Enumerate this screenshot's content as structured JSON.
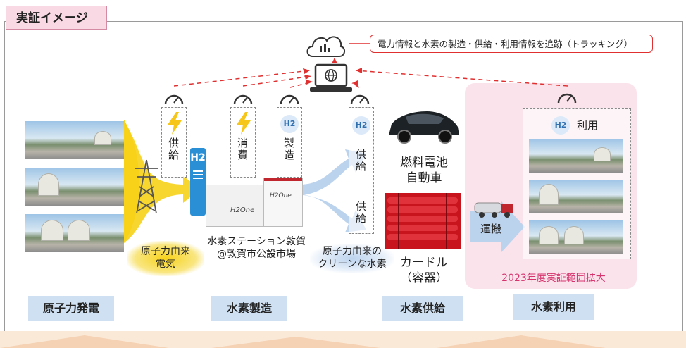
{
  "title": "実証イメージ",
  "callout": "電力情報と水素の製造・供給・利用情報を追跡（トラッキング）",
  "gauge_labels": {
    "supply1": "供給",
    "consume": "消費",
    "produce": "製造",
    "supply2": "供給",
    "supply3": "供給"
  },
  "h2_badge": "H2",
  "h2_station_sign": "H2",
  "station_name": "H2One",
  "utilization_label": "利用",
  "nuclear_power_label": "原子力由来電気",
  "station_caption_line1": "水素ステーション敦賀",
  "station_caption_line2": "@敦賀市公設市場",
  "clean_h2_line1": "原子力由来の",
  "clean_h2_line2": "クリーンな水素",
  "fcv_line1": "燃料電池",
  "fcv_line2": "自動車",
  "curdle_line1": "カードル",
  "curdle_line2": "（容器）",
  "transport": "運搬",
  "expansion_note": "2023年度実証範囲拡大",
  "categories": {
    "nuclear": "原子力発電",
    "production": "水素製造",
    "supply": "水素供給",
    "usage": "水素利用"
  },
  "colors": {
    "accent_red": "#e03030",
    "pink_text": "#d6336c",
    "yellow": "#f7d21a",
    "label_blue": "#cfe0f3",
    "arrow_blue": "#bcd3ee"
  },
  "icons": [
    "cloud-analytics-icon",
    "laptop-globe-icon",
    "gauge-icon",
    "lightning-icon",
    "h2-icon",
    "pylon-icon",
    "truck-icon",
    "fcv-car-icon",
    "gas-cylinders-icon"
  ]
}
